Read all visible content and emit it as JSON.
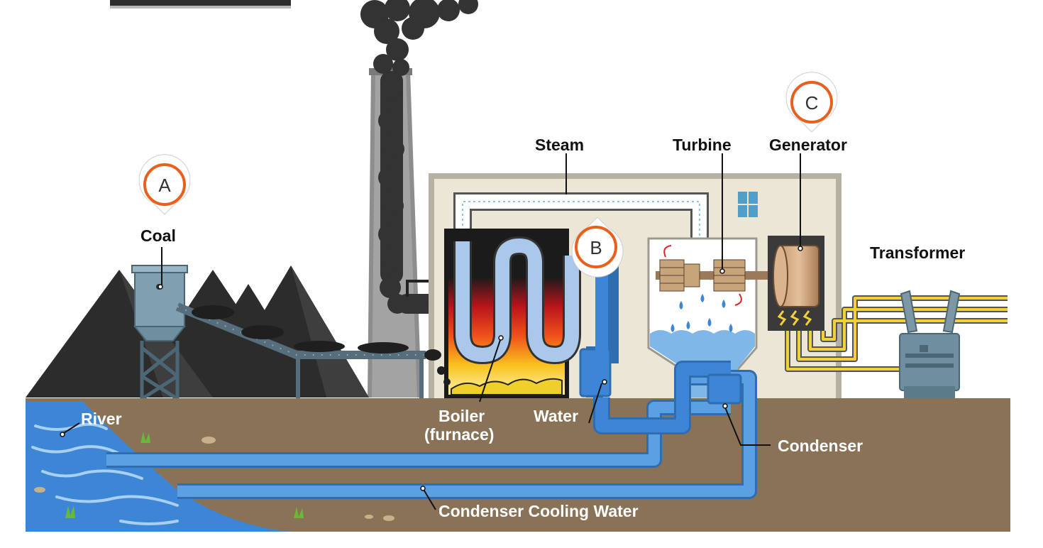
{
  "labels": {
    "coal": "Coal",
    "steam": "Steam",
    "turbine": "Turbine",
    "generator": "Generator",
    "transformer": "Transformer",
    "river": "River",
    "boiler_line1": "Boiler",
    "boiler_line2": "(furnace)",
    "water": "Water",
    "condenser": "Condenser",
    "condenser_cooling_water": "Condenser Cooling Water"
  },
  "markers": {
    "a": "A",
    "b": "B",
    "c": "C"
  },
  "colors": {
    "ground": "#8a7256",
    "coal": "#2b2b2b",
    "building": "#ebe6d6",
    "water": "#3d86d6",
    "marker_ring": "#e8601c",
    "wire": "#f2d03a"
  }
}
